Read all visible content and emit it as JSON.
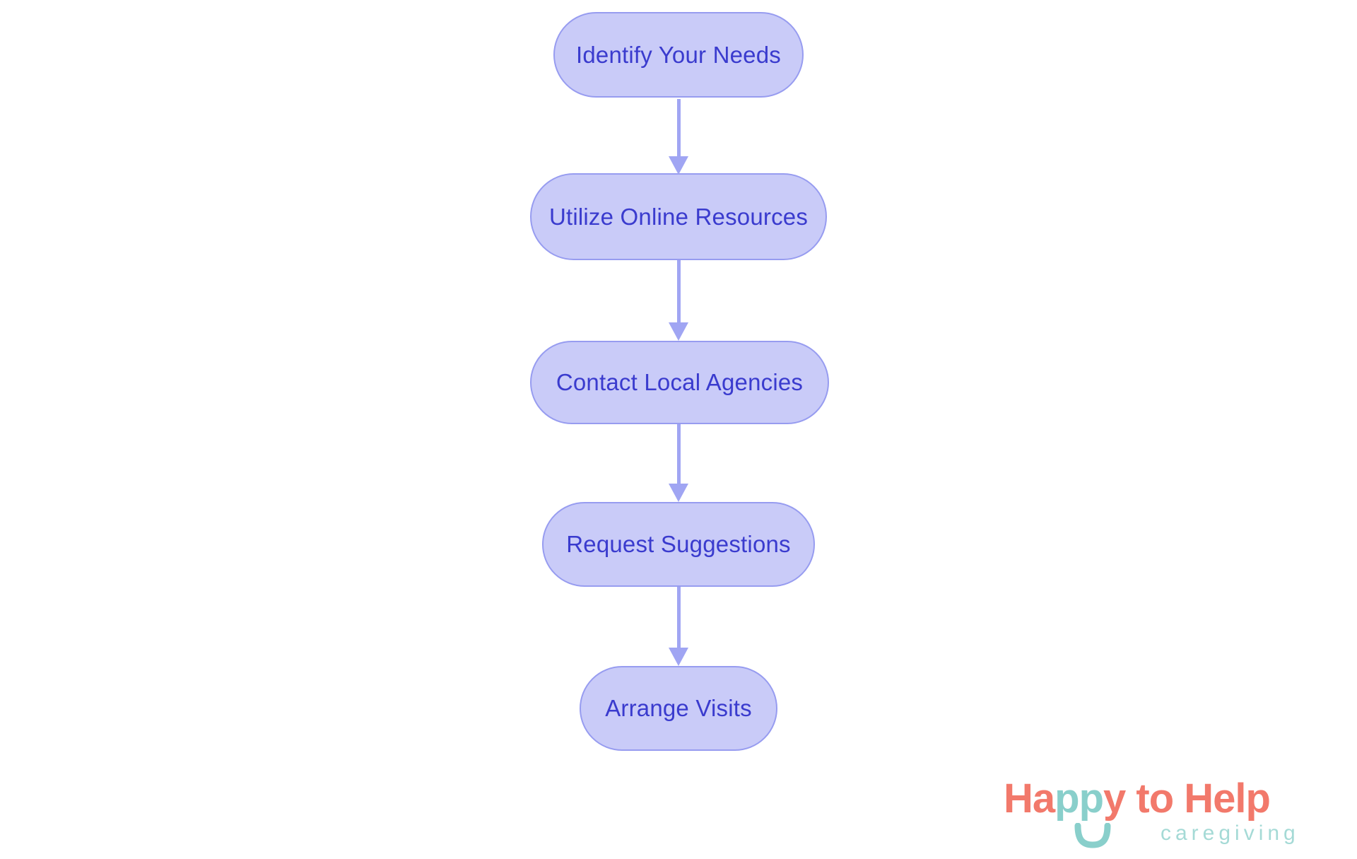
{
  "page": {
    "background_color": "#ffffff",
    "type": "vertical-flowchart"
  },
  "flowchart": {
    "flow_direction": "top-to-bottom",
    "node_fill_color": "#C9CBF8",
    "node_border_color": "#979CF0",
    "node_text_color": "#3A3BCE",
    "arrow_color": "#A0A5F3",
    "nodes": [
      {
        "label": "Identify Your Needs"
      },
      {
        "label": "Utilize Online Resources"
      },
      {
        "label": "Contact Local Agencies"
      },
      {
        "label": "Request Suggestions"
      },
      {
        "label": "Arrange Visits"
      }
    ],
    "connections": [
      {
        "from": "Identify Your Needs",
        "to": "Utilize Online Resources"
      },
      {
        "from": "Utilize Online Resources",
        "to": "Contact Local Agencies"
      },
      {
        "from": "Contact Local Agencies",
        "to": "Request Suggestions"
      },
      {
        "from": "Request Suggestions",
        "to": "Arrange Visits"
      }
    ]
  },
  "logo": {
    "brand_part1": "Ha",
    "brand_part2": "pp",
    "brand_part3": "y to Help",
    "subtitle": "caregiving",
    "coral_color": "#F2796B",
    "teal_color": "#89CFCB",
    "subtitle_teal_color": "#A5DAD6",
    "smile_icon": "smile-arc"
  }
}
